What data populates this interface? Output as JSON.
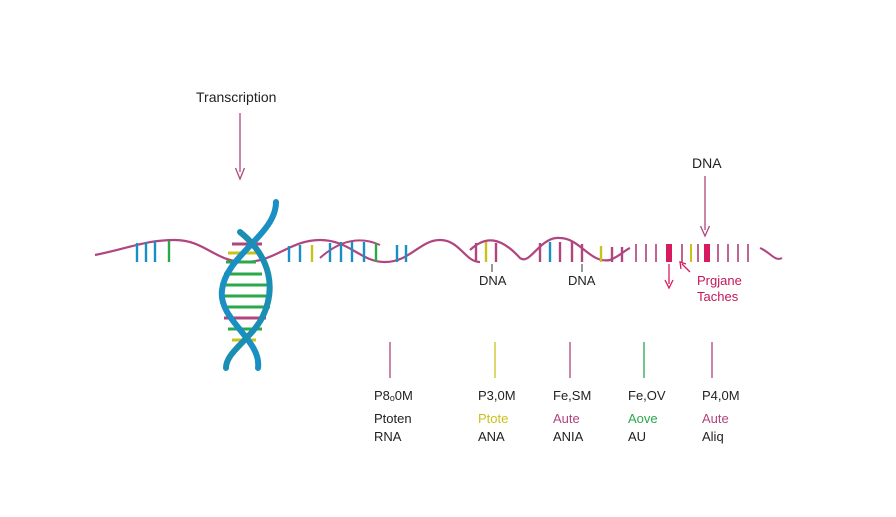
{
  "colors": {
    "magenta": "#b0457f",
    "blue": "#1a8fc4",
    "teal": "#1b8fb3",
    "green": "#2aa84a",
    "yellow": "#c9c21a",
    "pink": "#d81b60",
    "dark": "#222222"
  },
  "labels": {
    "transcription": "Transcription",
    "dna_top": "DNA",
    "dna_mid_1": "DNA",
    "dna_mid_2": "DNA",
    "side_line1": "Prgjane",
    "side_line2": "Taches"
  },
  "timeline": {
    "items": [
      {
        "code": "P8ₒ0M",
        "line1": "Ptoten",
        "line2": "RNA",
        "tick_color": "magenta",
        "line1_color": "dark"
      },
      {
        "code": "P3,0M",
        "line1": "Ptote",
        "line2": "ANA",
        "tick_color": "yellow",
        "line1_color": "yellow"
      },
      {
        "code": "Fe,SM",
        "line1": "Aute",
        "line2": "ANIA",
        "tick_color": "magenta",
        "line1_color": "magenta"
      },
      {
        "code": "Fe,OV",
        "line1": "Aove",
        "line2": "AU",
        "tick_color": "green",
        "line1_color": "green"
      },
      {
        "code": "P4,0M",
        "line1": "Aute",
        "line2": "Aliq",
        "tick_color": "magenta",
        "line1_color": "magenta"
      }
    ]
  }
}
